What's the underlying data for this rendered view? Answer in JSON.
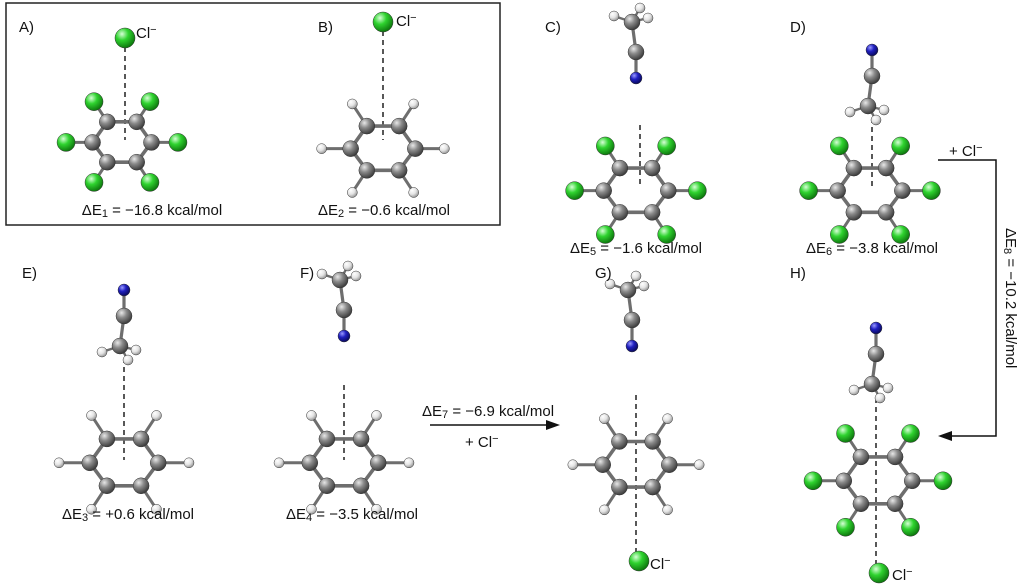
{
  "panels": [
    {
      "id": "A",
      "label": "A)",
      "ion_label": "Cl",
      "ion_charge": "−",
      "energy_prefix": "ΔE",
      "energy_sub": "1",
      "energy_value": " = −16.8 kcal/mol"
    },
    {
      "id": "B",
      "label": "B)",
      "ion_label": "Cl",
      "ion_charge": "−",
      "energy_prefix": "ΔE",
      "energy_sub": "2",
      "energy_value": " = −0.6 kcal/mol"
    },
    {
      "id": "C",
      "label": "C)",
      "energy_prefix": "ΔE",
      "energy_sub": "5",
      "energy_value": " = −1.6 kcal/mol"
    },
    {
      "id": "D",
      "label": "D)",
      "energy_prefix": "ΔE",
      "energy_sub": "6",
      "energy_value": " = −3.8 kcal/mol"
    },
    {
      "id": "E",
      "label": "E)",
      "energy_prefix": "ΔE",
      "energy_sub": "3",
      "energy_value": " = +0.6 kcal/mol"
    },
    {
      "id": "F",
      "label": "F)",
      "energy_prefix": "ΔE",
      "energy_sub": "4",
      "energy_value": " = −3.5 kcal/mol"
    },
    {
      "id": "G",
      "label": "G)",
      "ion_label": "Cl",
      "ion_charge": "−"
    },
    {
      "id": "H",
      "label": "H)",
      "ion_label": "Cl",
      "ion_charge": "−"
    }
  ],
  "arrows": {
    "f_to_g": {
      "energy_prefix": "ΔE",
      "energy_sub": "7",
      "energy_value": " = −6.9 kcal/mol",
      "reagent": "+ Cl",
      "reagent_charge": "−"
    },
    "d_to_h": {
      "energy_prefix": "ΔE",
      "energy_sub": "8",
      "energy_value": " = −10.2 kcal/mol",
      "reagent": "+ Cl",
      "reagent_charge": "−"
    }
  },
  "colors": {
    "carbon": "#7a7a7a",
    "chlorine": "#22cc22",
    "nitrogen": "#1a1aa8",
    "hydrogen": "#e6e6e6",
    "bond": "#6e6e6e",
    "box": "#222222"
  }
}
